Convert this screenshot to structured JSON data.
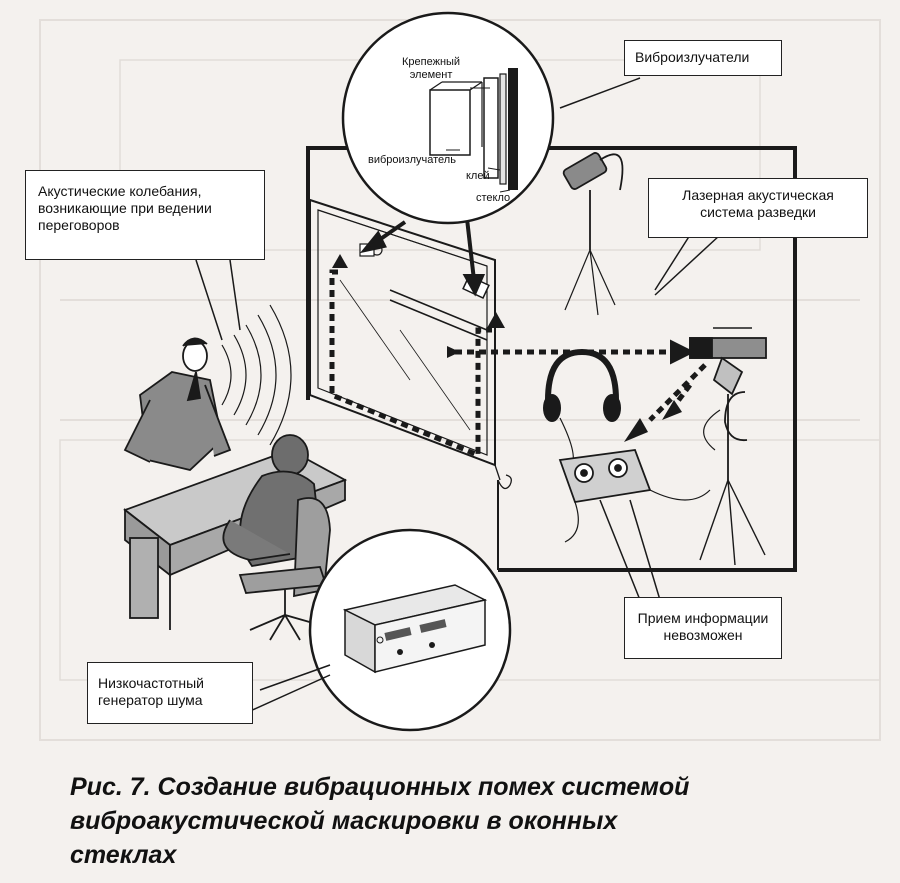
{
  "callouts": {
    "vibro_emitters": "Виброизлучатели",
    "acoustic_vibrations": [
      "Акустические колебания,",
      "возникающие при ведении",
      "переговоров"
    ],
    "laser_system": [
      "Лазерная акустическая",
      "система разведки"
    ],
    "reception_impossible": [
      "Прием информации",
      "невозможен"
    ],
    "noise_generator": [
      "Низкочастотный",
      "генератор шума"
    ]
  },
  "detail_labels": {
    "mount_element": [
      "Крепежный",
      "элемент"
    ],
    "vibro_emitter": "виброизлучатель",
    "glue": "клей",
    "glass": "стекло"
  },
  "caption": [
    "Рис. 7. Создание вибрационных помех системой",
    "виброакустической маскировки в оконных",
    "стеклах"
  ],
  "colors": {
    "ink": "#1a1a1a",
    "paper": "#f4f1ee",
    "ghost": "#d9d3cf"
  },
  "icons": [
    "person-standing-icon",
    "person-sitting-icon",
    "table-icon",
    "chair-icon",
    "window-icon",
    "headphones-icon",
    "tape-recorder-icon",
    "microphone-on-tripod-icon",
    "laser-on-tripod-icon",
    "noise-generator-icon",
    "vibro-emitter-icon"
  ]
}
